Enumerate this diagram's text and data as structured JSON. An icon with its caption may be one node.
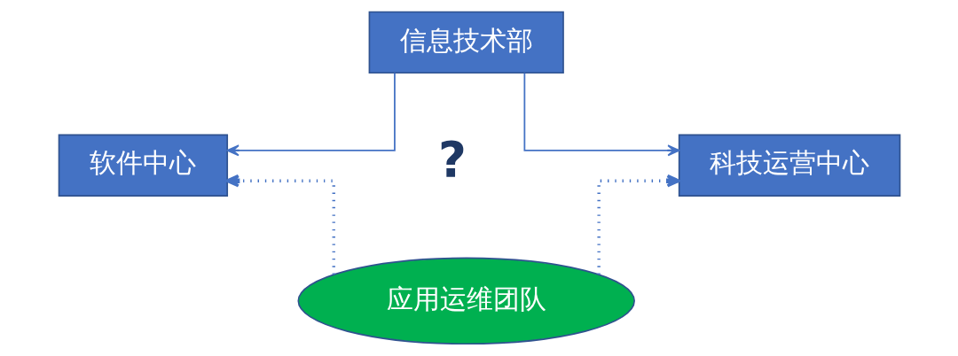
{
  "diagram": {
    "nodes": [
      {
        "text": [
          "信息技术部"
        ]
      },
      {
        "text": [
          "软件中心"
        ]
      },
      {
        "text": [
          "科技运营中心"
        ]
      },
      {
        "text": [
          "应用运维团队"
        ]
      }
    ],
    "edges": [
      {
        "from": 0,
        "to": 1,
        "arrow": "to"
      },
      {
        "from": 0,
        "to": 2,
        "arrow": "to"
      },
      {
        "from": 3,
        "to": 1,
        "arrow": "to",
        "style": "dashed"
      },
      {
        "from": 3,
        "to": 2,
        "arrow": "to",
        "style": "dashed"
      }
    ],
    "labels": [
      "?"
    ]
  }
}
